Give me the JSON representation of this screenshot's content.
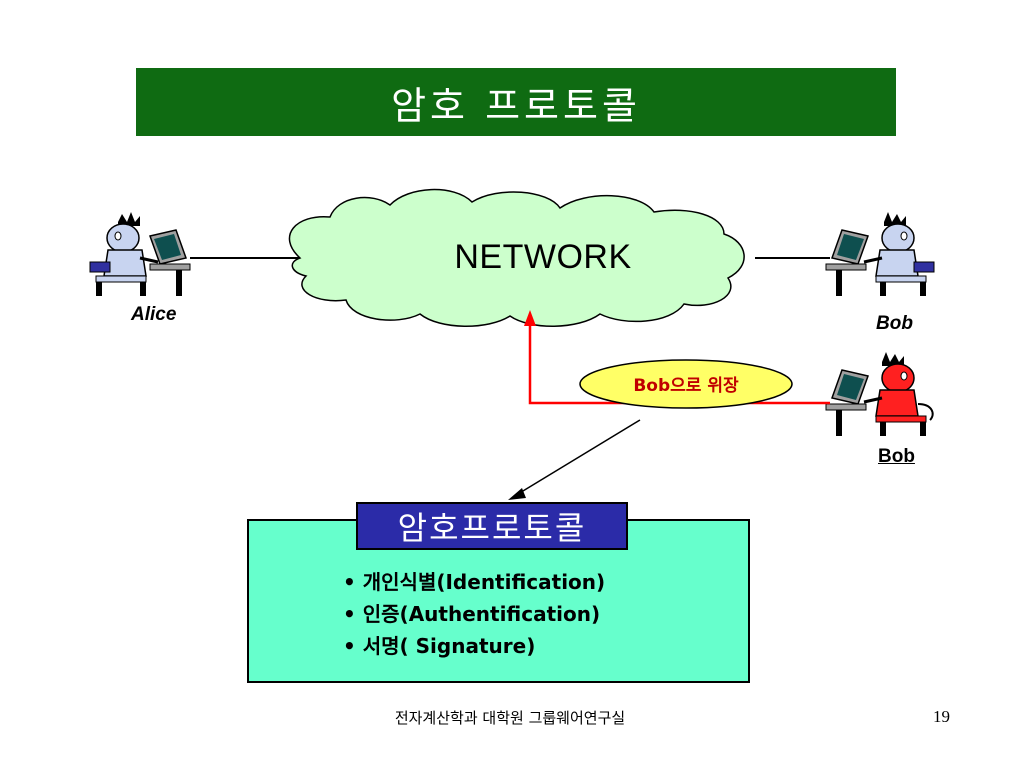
{
  "slide": {
    "title": "암호 프로토콜",
    "page_number": "19",
    "footer": "전자계산학과 대학원 그룹웨어연구실"
  },
  "diagram": {
    "network_label": "NETWORK",
    "alice_label": "Alice",
    "bob_label": "Bob",
    "attacker_label": "Bob",
    "impersonation_label": "Bob으로 위장",
    "colors": {
      "cloud": "#ccffcc",
      "impersonation_ellipse": "#ffff66",
      "attack_arrow": "#ff0000",
      "attacker": "#ff2020",
      "user": "#c8d4f0"
    }
  },
  "protocol": {
    "heading": "암호프로토콜",
    "items": [
      "개인식별(Identification)",
      "인증(Authentification)",
      "서명( Signature)"
    ]
  }
}
